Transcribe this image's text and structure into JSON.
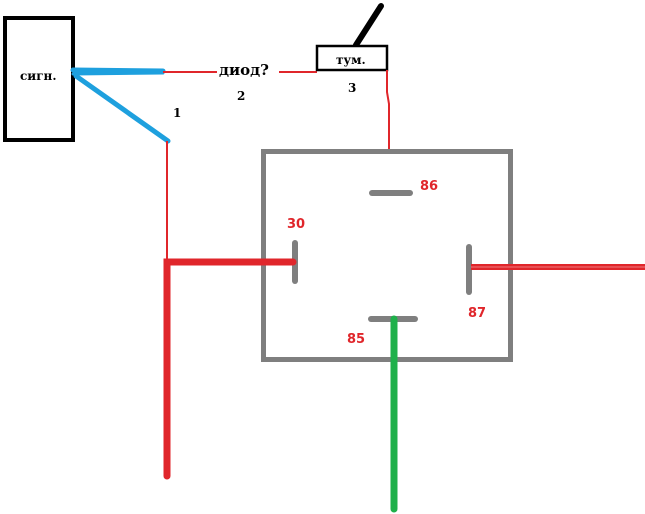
{
  "colors": {
    "red_wire": "#e0262b",
    "blue_wire": "#1ea0de",
    "green_wire": "#1fb04a",
    "relay_gray": "#7f7f7f",
    "black": "#000000"
  },
  "components": {
    "alarm_box_label": "сигн.",
    "switch_label": "тум.",
    "diode_label": "диод?"
  },
  "wire_numbers": {
    "wire_1": "1",
    "wire_2": "2",
    "wire_3": "3"
  },
  "relay": {
    "pin_86": "86",
    "pin_30": "30",
    "pin_87": "87",
    "pin_85": "85"
  }
}
